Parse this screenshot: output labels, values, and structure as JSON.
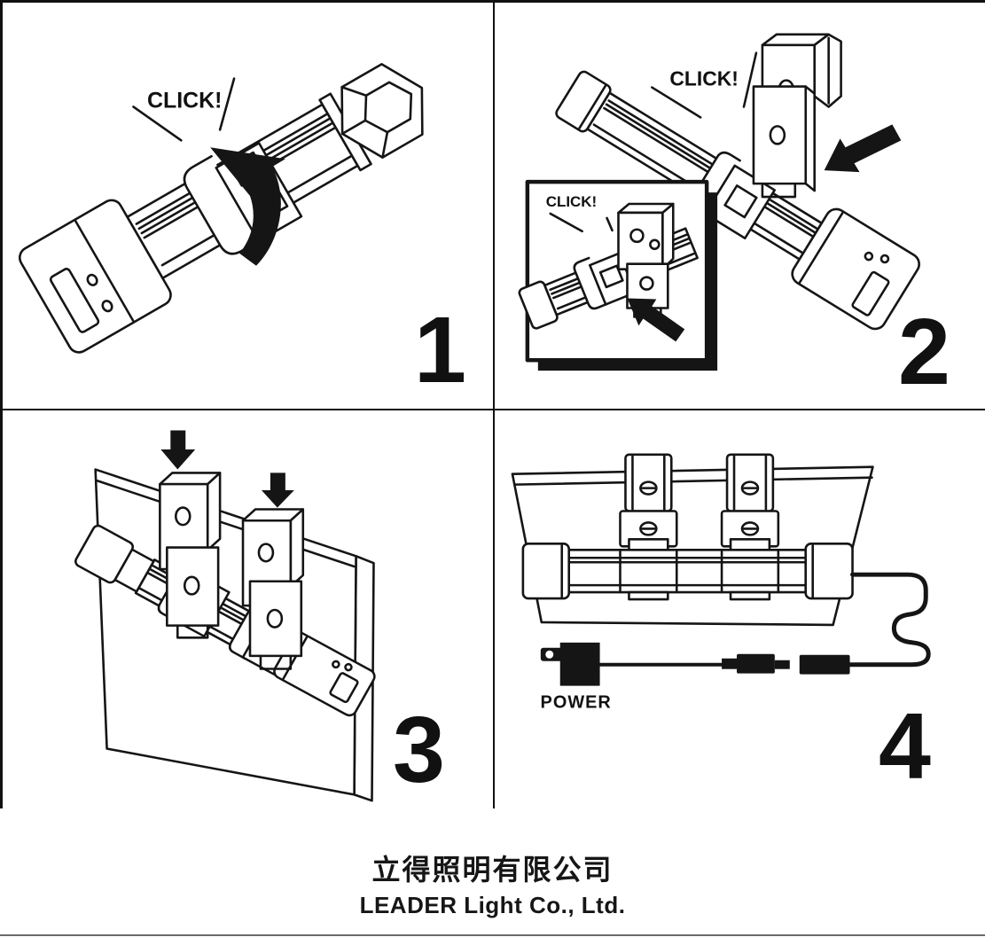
{
  "panels": [
    {
      "number": "1",
      "click_label": "CLICK!"
    },
    {
      "number": "2",
      "click_label": "CLICK!",
      "inset": {
        "click_label": "CLICK!"
      }
    },
    {
      "number": "3"
    },
    {
      "number": "4",
      "power_label": "POWER"
    }
  ],
  "footer": {
    "company_zh": "立得照明有限公司",
    "company_en": "LEADER Light Co., Ltd."
  },
  "colors": {
    "ink": "#151515",
    "paper": "#ffffff"
  }
}
